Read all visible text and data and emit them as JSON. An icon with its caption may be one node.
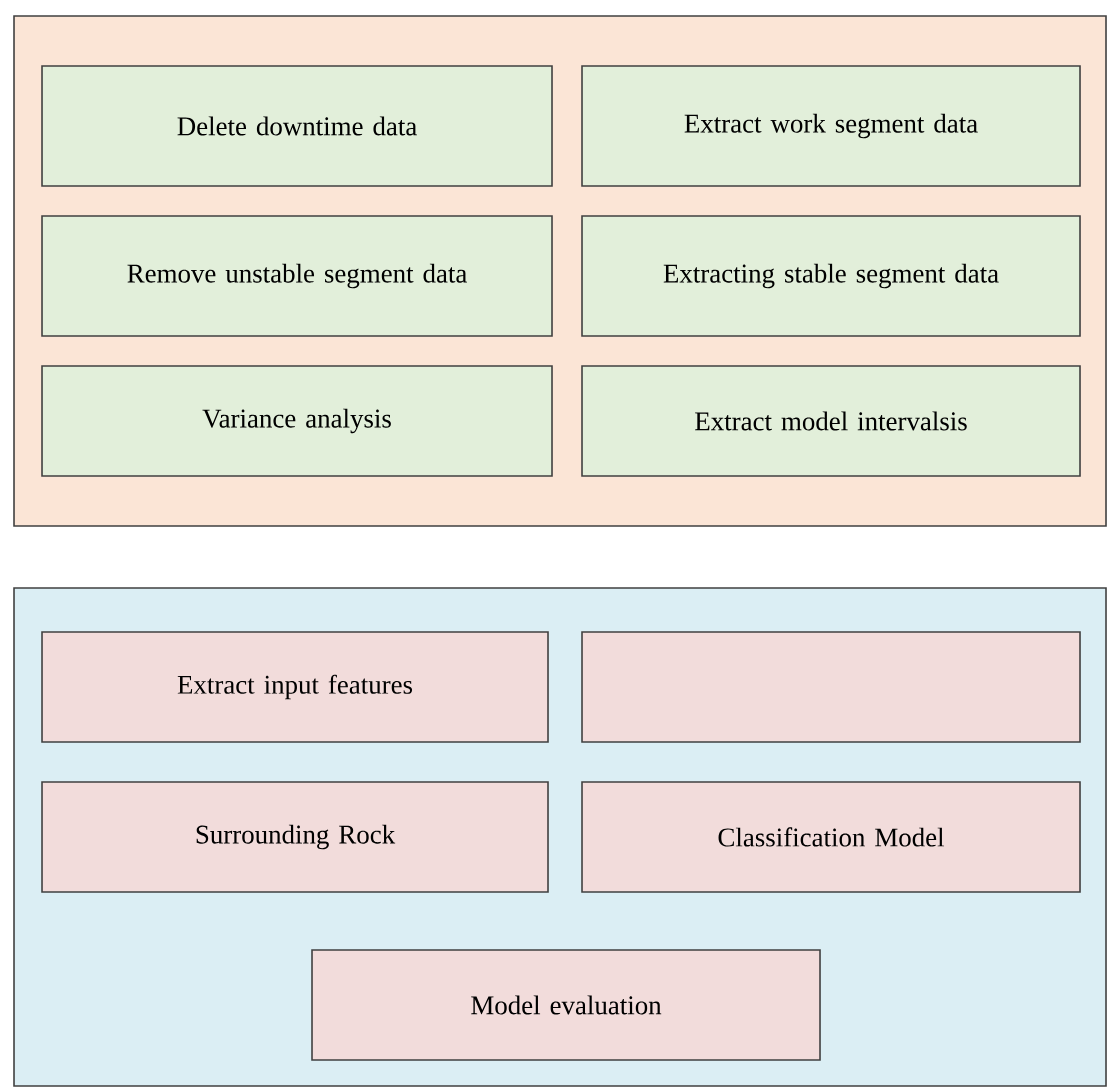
{
  "diagram": {
    "nodes": [
      {
        "text": [],
        "shape": "box"
      },
      {
        "text": [
          "Delete downtime data"
        ],
        "in": 0
      },
      {
        "text": [
          "Extract work segment data"
        ],
        "in": 0
      },
      {
        "text": [
          "Remove unstable segment data"
        ],
        "in": 0
      },
      {
        "text": [
          "Extracting stable segment data"
        ],
        "in": 0
      },
      {
        "text": [
          "Variance analysis"
        ],
        "in": 0
      },
      {
        "text": [
          "Extract model intervalsis"
        ],
        "in": 0
      },
      {
        "text": [],
        "shape": "box"
      },
      {
        "text": [
          "Extract input features"
        ],
        "in": 7
      },
      {
        "text": [],
        "shape": "box",
        "in": 7
      },
      {
        "text": [
          "Surrounding Rock"
        ],
        "in": 7
      },
      {
        "text": [
          "Classification Model"
        ],
        "in": 7
      },
      {
        "text": [
          "Model evaluation"
        ],
        "in": 7
      }
    ]
  }
}
